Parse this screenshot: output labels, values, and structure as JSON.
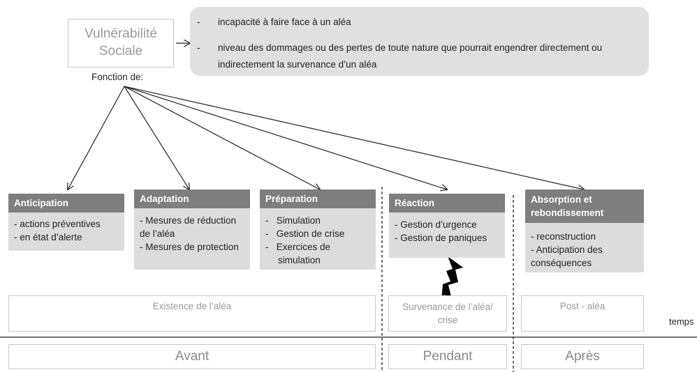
{
  "vulnerability": {
    "title_line1": "Vulnérabilité",
    "title_line2": "Sociale",
    "definitions": [
      {
        "dash": "-",
        "text": "incapacité à faire face à un aléa"
      },
      {
        "dash": "-",
        "text": "niveau des dommages ou des pertes de toute nature que pourrait engendrer directement ou indirectement la survenance d’un aléa"
      }
    ],
    "fonction_label": "Fonction de:"
  },
  "stages": [
    {
      "title": "Anticipation",
      "items": [
        "- actions préventives",
        "- en état d’alerte"
      ]
    },
    {
      "title": "Adaptation",
      "items": [
        "- Mesures de réduction de l’aléa",
        "- Mesures de protection"
      ]
    },
    {
      "title": "Préparation",
      "items": [
        "-   Simulation",
        "-   Gestion de crise",
        "-   Exercices de simulation"
      ]
    },
    {
      "title": "Réaction",
      "items": [
        "- Gestion d’urgence",
        "- Gestion de paniques"
      ]
    },
    {
      "title": "Absorption et rebondissement",
      "items": [
        "- reconstruction",
        "- Anticipation des conséquences"
      ]
    }
  ],
  "phases": {
    "existence": "Existence de l’aléa",
    "survenance": "Survenance de l’aléa/ crise",
    "post": "Post - aléa"
  },
  "timeline": {
    "axis_label": "temps",
    "avant": "Avant",
    "pendant": "Pendant",
    "apres": "Après"
  }
}
